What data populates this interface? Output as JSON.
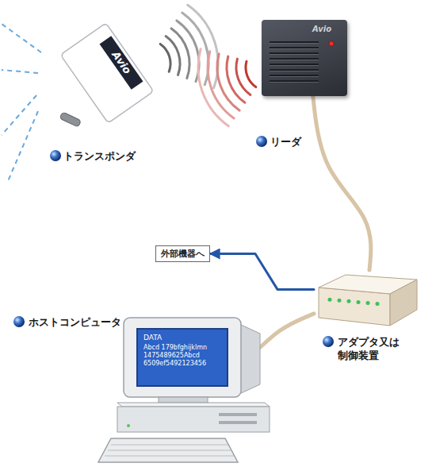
{
  "diagram": {
    "nodes": [
      {
        "text": [
          "Avio"
        ]
      },
      {
        "text": [
          "Avio"
        ]
      },
      {
        "text": [
          "外部機器へ"
        ]
      },
      {
        "text": [
          "アダプタ又は 制御装置"
        ]
      },
      {
        "text": [
          "DATA",
          "Abcd 179bfghijklmn",
          "1475489625Abcd",
          "6509ef5492123456"
        ]
      }
    ],
    "edges": [
      {
        "from": 1,
        "to": 3,
        "arrow": "none"
      },
      {
        "from": 3,
        "to": 2,
        "arrow": "to"
      },
      {
        "from": 3,
        "to": 4,
        "arrow": "none"
      }
    ],
    "labels": [
      "トランスポンダ",
      "リーダ",
      "ホストコンピュータ"
    ]
  }
}
